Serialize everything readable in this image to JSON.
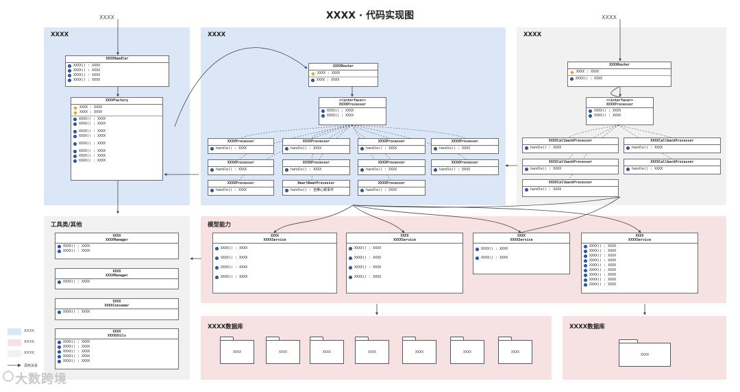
{
  "title": "XXXX · 代码实现图",
  "top_labels": {
    "left": "XXXX",
    "right": "XXXX"
  },
  "regions": {
    "left": "XXXX",
    "middle": "XXXX",
    "right": "XXXX",
    "tools": "工具类/其他",
    "model": "模型能力",
    "db_left": "XXXX数据库",
    "db_right": "XXXX数据库"
  },
  "handler": {
    "name": "XXXXHandler",
    "methods": [
      "XXXX() : XXXX",
      "XXXX() : XXXX",
      "XXXX() : XXXX",
      "XXXX() : XXXX"
    ]
  },
  "factory": {
    "name": "XXXXFactory",
    "fields": [
      "XXXX : XXXX",
      "XXXX : XXXX"
    ],
    "methods": [
      "XXXX() : XXXX",
      "XXXX() : XXXX",
      "XXXX() : XXXX",
      "XXXX() : XXXX",
      "XXXX() : XXXX",
      "XXXX() : XXXX",
      "XXXX() : XXXX",
      "XXXX() : XXXX"
    ]
  },
  "router_mid": {
    "name": "XXXXRouter",
    "fields": [
      "XXXX : XXXX"
    ],
    "methods": [
      "XXXX : XXXX"
    ]
  },
  "iface_mid": {
    "stereotype": "<<interface>>",
    "name": "XXXXProcessor",
    "methods": [
      "XXXX() : XXXX",
      "XXXX() : XXXX"
    ]
  },
  "processors": [
    {
      "name": "XXXXProcessor",
      "method": "handle() : XXXX"
    },
    {
      "name": "XXXXProcessor",
      "method": "handle() : XXXX"
    },
    {
      "name": "XXXXProcessor",
      "method": "handle() : XXXX"
    },
    {
      "name": "XXXXProcessor",
      "method": "handle() : XXXX"
    },
    {
      "name": "XXXXProcessor",
      "method": "handle() : XXXX"
    },
    {
      "name": "XXXXProcessor",
      "method": "handle() : XXXX"
    },
    {
      "name": "XXXXProcessor",
      "method": "handle() : XXXX"
    },
    {
      "name": "XXXXProcessor",
      "method": "handle() : XXXX"
    },
    {
      "name": "XXXXProcessor",
      "method": "handle() : XXXX"
    },
    {
      "name": "HeartBeatProcessor",
      "method": "handle() : 自推心跳事件"
    },
    {
      "name": "XXXXProcessor",
      "method": "handle() : XXXX"
    }
  ],
  "router_right": {
    "name": "XXXXRouter",
    "fields": [
      "XXXX : XXXX"
    ],
    "methods": [
      "XXXX() : XXXX"
    ]
  },
  "iface_right": {
    "stereotype": "<<interface>>",
    "name": "XXXXProcessor",
    "methods": [
      "XXXX() : XXXX",
      "XXXX() : XXXX"
    ]
  },
  "callbacks": [
    {
      "name": "XXXXCallbackProcessor",
      "method": "handle() : XXXX"
    },
    {
      "name": "XXXXCallbackProcessor",
      "method": "handle() : XXXX"
    },
    {
      "name": "XXXXCallbackProcessor",
      "method": "handle() : XXXX"
    },
    {
      "name": "XXXXCallbackProcessor",
      "method": "handle() : XXXX"
    },
    {
      "name": "XXXXCallbackProcessor",
      "method": "handle() : XXXX"
    }
  ],
  "tools": [
    {
      "line1": "XXXX",
      "line2": "XXXXManager",
      "methods": [
        "XXXX() : XXXX",
        "XXXX() : XXXX"
      ]
    },
    {
      "line1": "XXXX",
      "line2": "XXXXManager",
      "methods": [
        "XXXX() : XXXX"
      ]
    },
    {
      "line1": "XXXX",
      "line2": "XXXXConsumer",
      "methods": [
        "XXXX() : XXXX"
      ]
    },
    {
      "line1": "XXXX",
      "line2": "XXXXUtils",
      "methods": [
        "XXXX() : XXXX",
        "XXXX() : XXXX",
        "XXXX() : XXXX",
        "XXXX() : XXXX",
        "XXXX() : XXXX"
      ]
    }
  ],
  "services": [
    {
      "line1": "XXXX",
      "line2": "XXXXService",
      "methods": [
        "XXXX() : XXXX",
        "XXXX() : XXXX",
        "XXXX() : XXXX",
        "XXXX() : XXXX"
      ]
    },
    {
      "line1": "XXXX",
      "line2": "XXXXService",
      "methods": [
        "XXXX() : XXXX",
        "XXXX() : XXXX",
        "XXXX() : XXXX",
        "XXXX() : XXXX"
      ]
    },
    {
      "line1": "XXXX",
      "line2": "XXXXService",
      "methods": [
        "XXXX() : XXXX",
        "XXXX() : XXXX"
      ]
    },
    {
      "line1": "XXXX",
      "line2": "XXXXService",
      "methods": [
        "XXXX() : XXXX",
        "XXXX() : XXXX",
        "XXXX() : XXXX",
        "XXXX() : XXXX",
        "XXXX() : XXXX",
        "XXXX() : XXXX",
        "XXXX() : XXXX",
        "XXXX() : XXXX",
        "XXXX() : XXXX"
      ]
    }
  ],
  "folders_left": [
    "XXXX",
    "XXXX",
    "XXXX",
    "XXXX",
    "XXXX",
    "XXXX",
    "XXXX"
  ],
  "folders_right": [
    "XXXX"
  ],
  "legend": [
    {
      "label": "XXXX",
      "color": "#dbe7f7"
    },
    {
      "label": "XXXX",
      "color": "#f6e1e3"
    },
    {
      "label": "XXXX",
      "color": "#f1f1f1"
    }
  ],
  "legend_arrow_label": "调用关系",
  "watermark": "大数跨境",
  "colors": {
    "blue_region": "#dbe7f7",
    "gray_region": "#f1f1f1",
    "pink_region": "#f6e1e3",
    "method_dot": "#2d5fc4",
    "field_diamond": "#f0a020"
  }
}
